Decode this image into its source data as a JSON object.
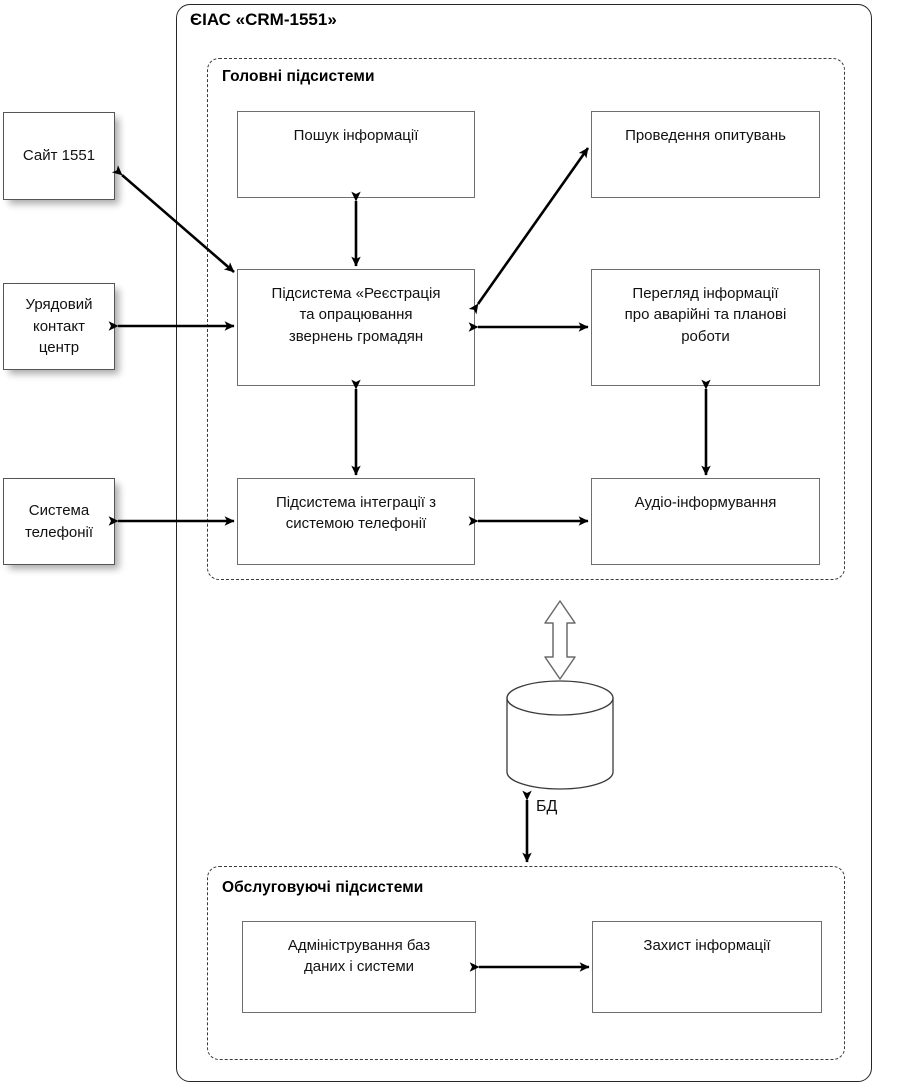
{
  "diagram": {
    "title": "ЄІАС «CRM-1551»",
    "groups": {
      "main": {
        "title": "Головні підсистеми"
      },
      "service": {
        "title": "Обслуговуючі підсистеми"
      }
    },
    "external_nodes": [
      {
        "id": "site",
        "label": "Сайт 1551"
      },
      {
        "id": "gov-contact-center",
        "label": "Урядовий\nконтакт\nцентр"
      },
      {
        "id": "telephony-system",
        "label": "Система\nтелефонії"
      }
    ],
    "main_nodes": [
      {
        "id": "info-search",
        "label": "Пошук інформації"
      },
      {
        "id": "surveys",
        "label": "Проведення опитувань"
      },
      {
        "id": "registration",
        "label": "Підсистема «Реєстрація\nта опрацювання\nзвернень громадян"
      },
      {
        "id": "incident-info",
        "label": "Перегляд інформації\nпро аварійні та планові\nроботи"
      },
      {
        "id": "telephony-integration",
        "label": "Підсистема інтеграції з\nсистемою телефонії"
      },
      {
        "id": "audio-info",
        "label": "Аудіо-інформування"
      }
    ],
    "service_nodes": [
      {
        "id": "db-admin",
        "label": "Адміністрування баз\nданих і системи"
      },
      {
        "id": "info-protection",
        "label": "Захист інформації"
      }
    ],
    "database": {
      "id": "database",
      "label": "БД",
      "icon": "database-cylinder-icon"
    },
    "connections": [
      {
        "from": "site",
        "to": "registration",
        "style": "double-arrow-diagonal"
      },
      {
        "from": "gov-contact-center",
        "to": "registration",
        "style": "double-arrow-horizontal"
      },
      {
        "from": "telephony-system",
        "to": "telephony-integration",
        "style": "double-arrow-horizontal"
      },
      {
        "from": "info-search",
        "to": "registration",
        "style": "double-arrow-vertical"
      },
      {
        "from": "registration",
        "to": "surveys",
        "style": "double-arrow-diagonal"
      },
      {
        "from": "registration",
        "to": "incident-info",
        "style": "double-arrow-horizontal"
      },
      {
        "from": "registration",
        "to": "telephony-integration",
        "style": "double-arrow-vertical"
      },
      {
        "from": "incident-info",
        "to": "audio-info",
        "style": "double-arrow-vertical"
      },
      {
        "from": "telephony-integration",
        "to": "audio-info",
        "style": "double-arrow-horizontal"
      },
      {
        "from": "main-subsystems-group",
        "to": "database",
        "style": "hollow-double-arrow-vertical"
      },
      {
        "from": "database",
        "to": "service-subsystems-group",
        "style": "double-arrow-vertical"
      },
      {
        "from": "db-admin",
        "to": "info-protection",
        "style": "double-arrow-horizontal"
      }
    ],
    "colors": {
      "stroke": "#262626",
      "box_border": "#6e6e6e",
      "background": "#ffffff",
      "text": "#111111"
    }
  }
}
